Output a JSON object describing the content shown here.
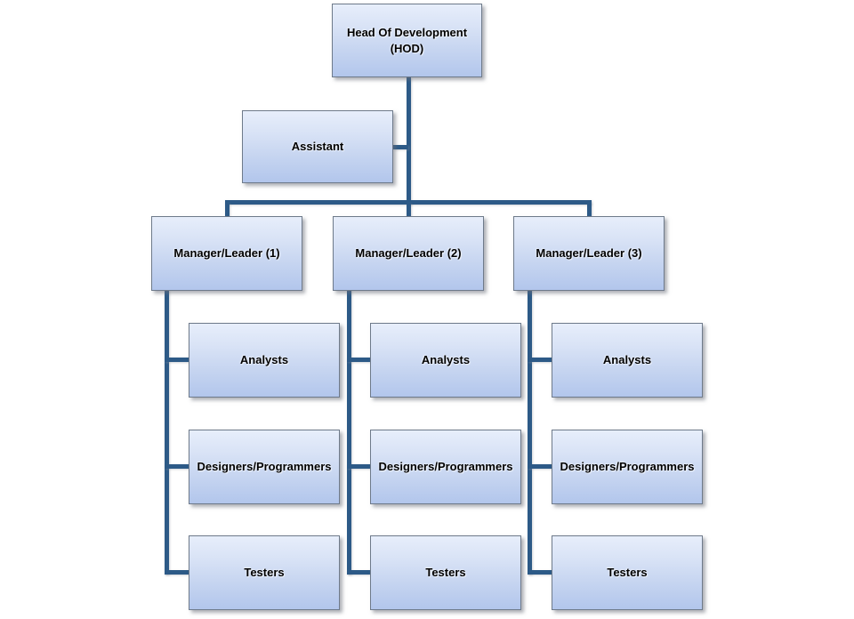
{
  "colors": {
    "background": "#ffffff",
    "connector": "#2d5a87",
    "box_border": "#6e7a8a",
    "box_fill_top": "#e7eefb",
    "box_fill_bottom": "#b2c6ec",
    "text": "#000000"
  },
  "org_chart": {
    "root": {
      "label": "Head Of Development (HOD)"
    },
    "assistant": {
      "label": "Assistant"
    },
    "managers": [
      {
        "label": "Manager/Leader (1)"
      },
      {
        "label": "Manager/Leader (2)"
      },
      {
        "label": "Manager/Leader (3)"
      }
    ],
    "team_roles": [
      "Analysts",
      "Designers/Programmers",
      "Testers"
    ]
  }
}
